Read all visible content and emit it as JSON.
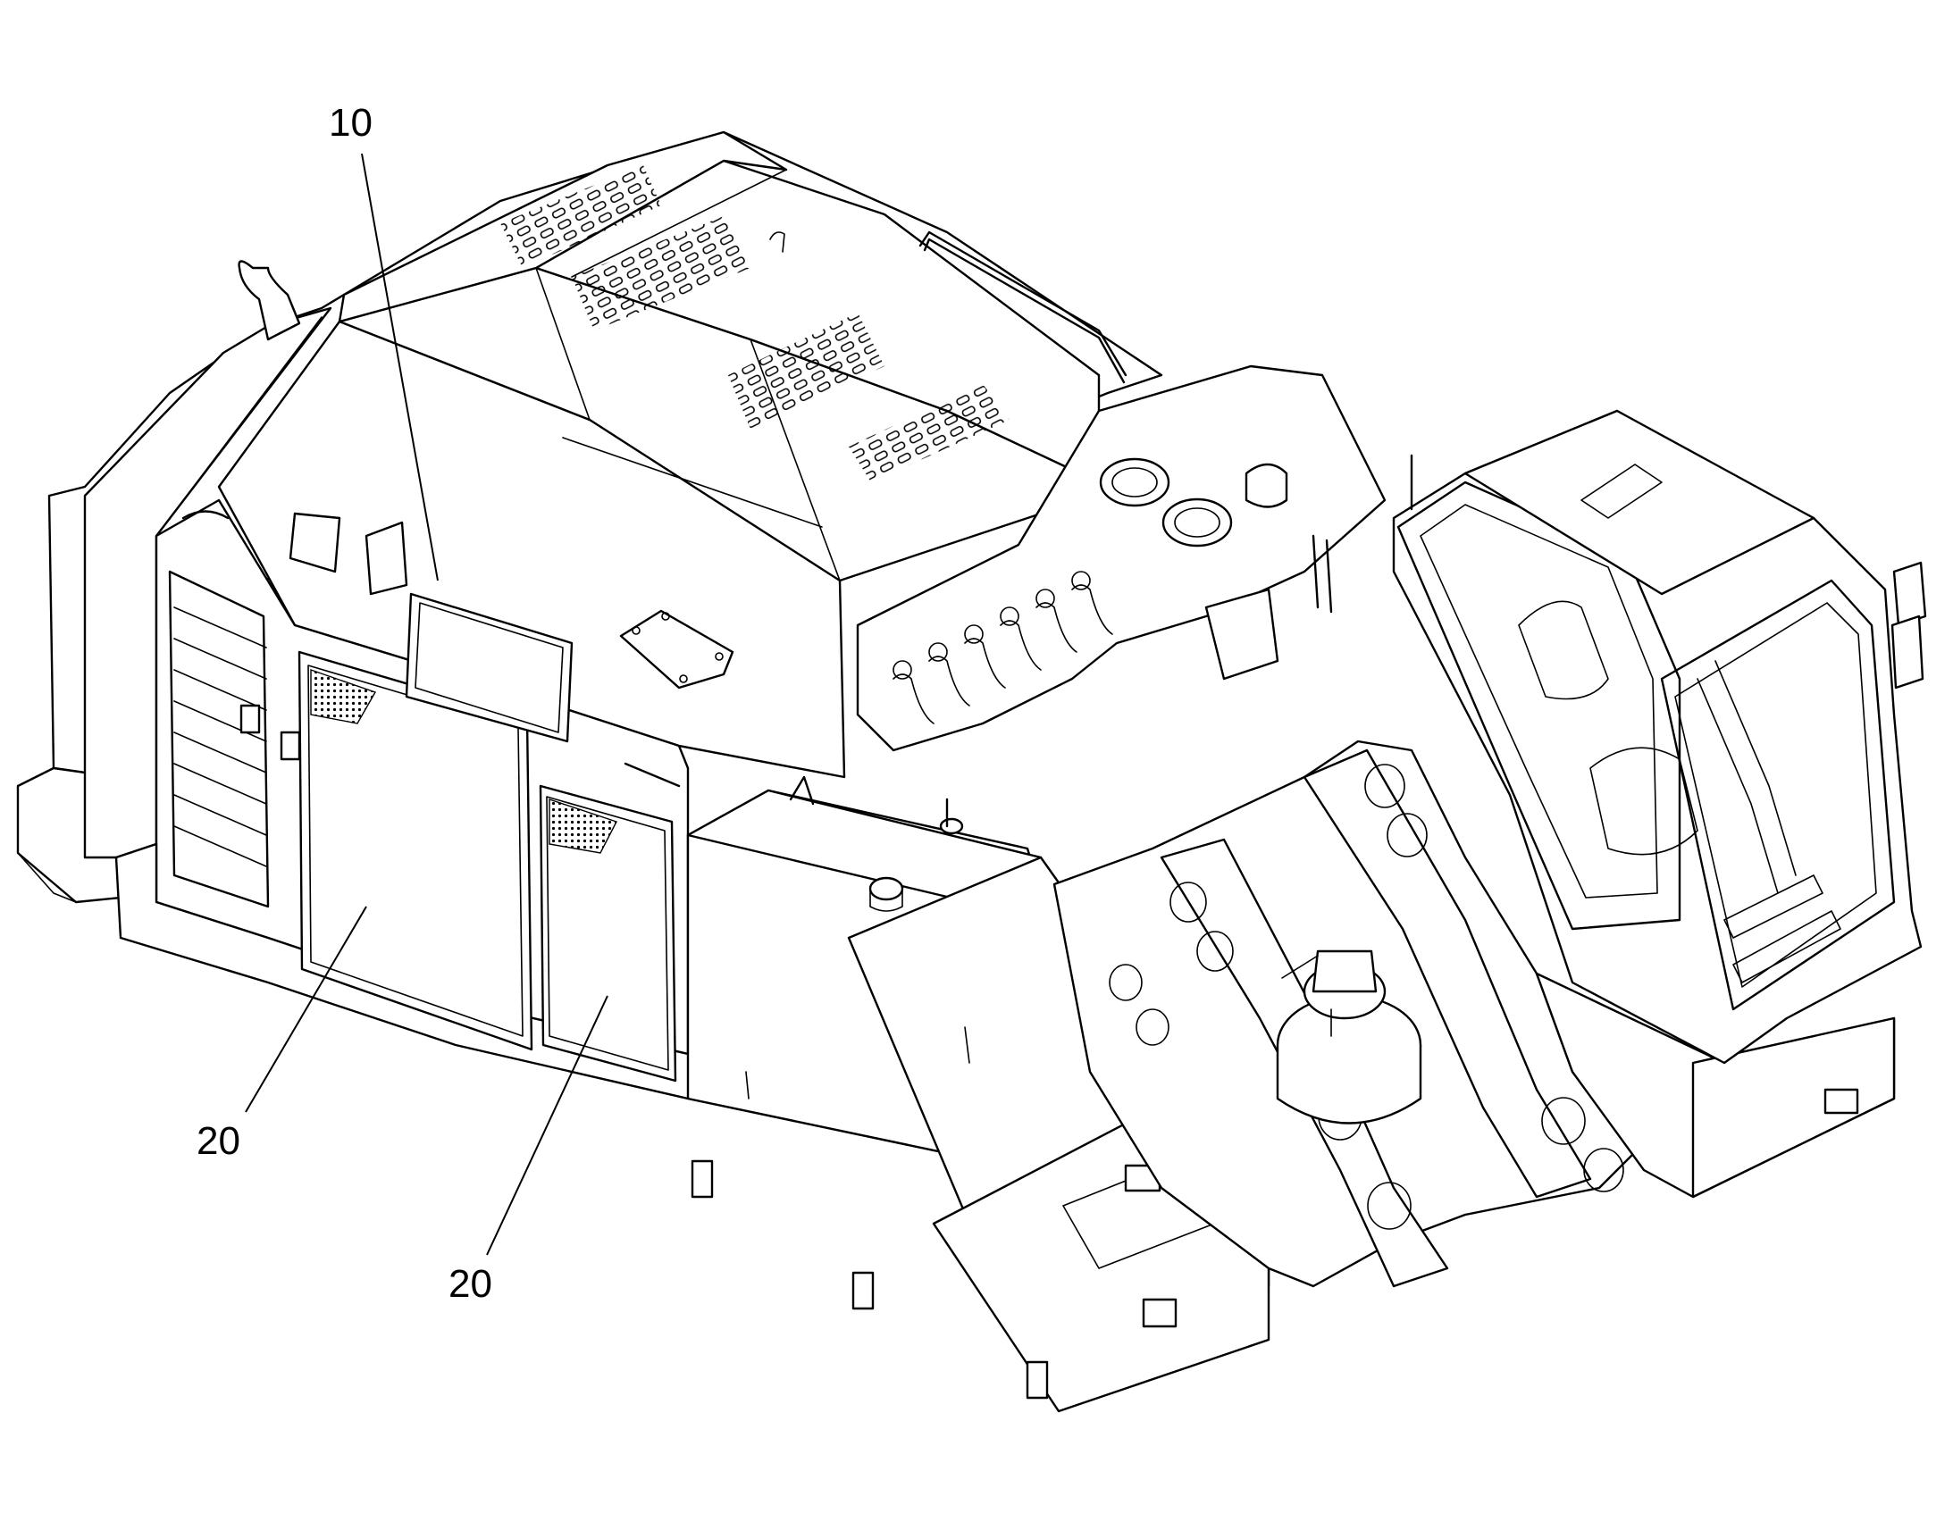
{
  "callouts": [
    {
      "id": "c10",
      "label": "10"
    },
    {
      "id": "c20a",
      "label": "20"
    },
    {
      "id": "c20b",
      "label": "20"
    }
  ]
}
